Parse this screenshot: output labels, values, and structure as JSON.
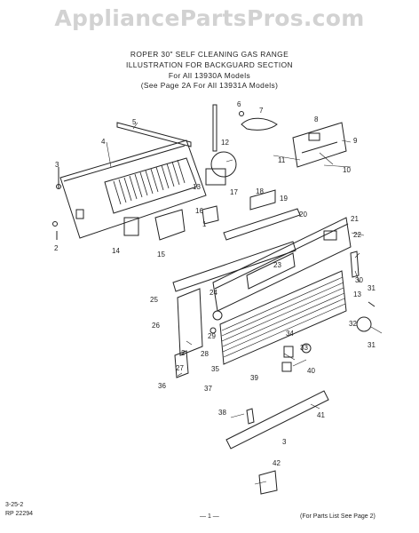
{
  "watermark": "AppliancePartsPros.com",
  "title": {
    "line1": "ROPER 30\" SELF CLEANING GAS RANGE",
    "line2": "ILLUSTRATION FOR BACKGUARD SECTION",
    "line3": "For All 13930A Models",
    "line4": "(See Page 2A For All 13931A Models)"
  },
  "callouts": [
    "1",
    "2",
    "2",
    "3",
    "3",
    "4",
    "5",
    "6",
    "7",
    "8",
    "9",
    "10",
    "11",
    "12",
    "13",
    "13",
    "14",
    "15",
    "16",
    "17",
    "18",
    "19",
    "20",
    "21",
    "22",
    "23",
    "24",
    "25",
    "26",
    "27",
    "28",
    "29",
    "30",
    "31",
    "31",
    "32",
    "33",
    "34",
    "35",
    "36",
    "37",
    "38",
    "39",
    "40",
    "41",
    "42"
  ],
  "footer": {
    "code_top": "3-25-2",
    "code_bottom": "RP 22294",
    "page_marker": "— 1 —",
    "note": "(For Parts List See Page 2)"
  },
  "colors": {
    "ink": "#222222",
    "watermark": "#d2d2d2",
    "background": "#ffffff"
  }
}
